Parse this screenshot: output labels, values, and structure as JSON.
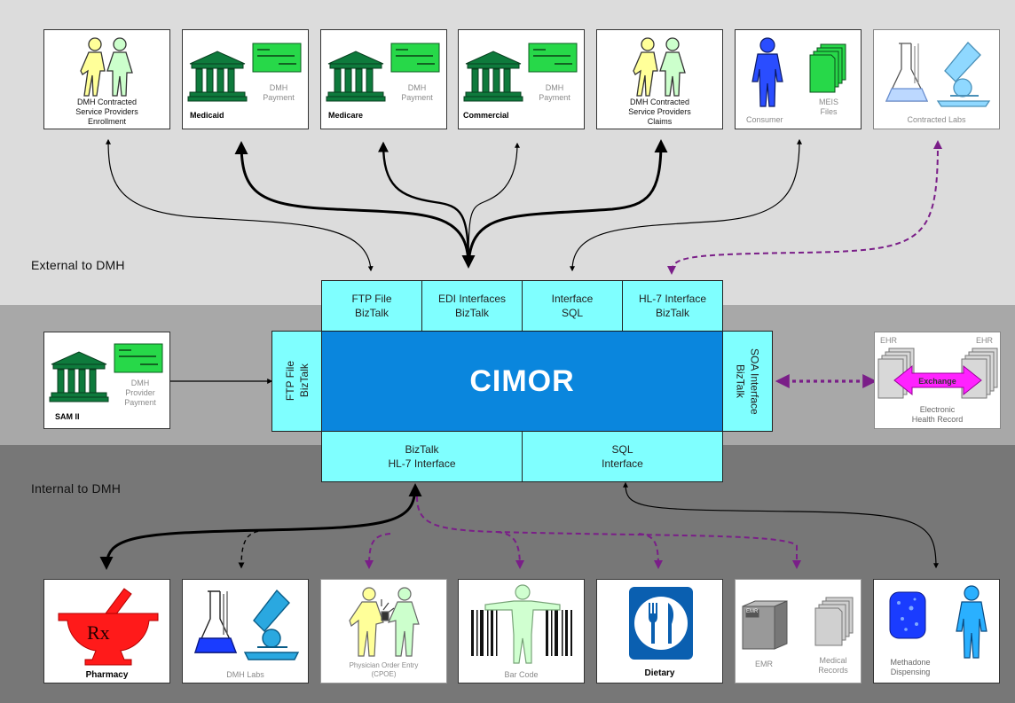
{
  "zones": {
    "external": "External to DMH",
    "internal": "Internal to DMH"
  },
  "core": {
    "title": "CIMOR"
  },
  "interfaces": {
    "top": [
      {
        "label": "FTP File\nBizTalk"
      },
      {
        "label": "EDI Interfaces\nBizTalk"
      },
      {
        "label": "Interface\nSQL"
      },
      {
        "label": "HL-7 Interface\nBizTalk"
      }
    ],
    "left": {
      "label": "FTP File\nBizTalk"
    },
    "right": {
      "label": "SOA Interface\nBizTalk"
    },
    "bottom": [
      {
        "label": "BizTalk\nHL-7 Interface"
      },
      {
        "label": "SQL\nInterface"
      }
    ]
  },
  "external_boxes": [
    {
      "label": "DMH Contracted\nService Providers\nEnrollment"
    },
    {
      "label_left": "Medicaid",
      "label_right": "DMH\nPayment"
    },
    {
      "label_left": "Medicare",
      "label_right": "DMH\nPayment"
    },
    {
      "label_left": "Commercial",
      "label_right": "DMH\nPayment"
    },
    {
      "label": "DMH Contracted\nService Providers\nClaims"
    },
    {
      "label_left": "Consumer",
      "label_right": "MEIS\nFiles"
    },
    {
      "label": "Contracted Labs"
    }
  ],
  "side_boxes": {
    "left": {
      "label_left": "SAM II",
      "label_right": "DMH\nProvider\nPayment"
    },
    "right": {
      "ehr_left": "EHR",
      "ehr_right": "EHR",
      "exchange": "Exchange",
      "label": "Electronic\nHealth Record"
    }
  },
  "internal_boxes": [
    {
      "label": "Pharmacy",
      "rx": "Rx"
    },
    {
      "label": "DMH Labs"
    },
    {
      "label": "Physician Order Entry\n(CPOE)"
    },
    {
      "label": "Bar Code"
    },
    {
      "label": "Dietary"
    },
    {
      "label_left": "EMR",
      "label_right": "Medical\nRecords",
      "emr_tag": "EMR"
    },
    {
      "label": "Methadone\nDispensing"
    }
  ],
  "colors": {
    "external_band": "#dcdcdc",
    "middle_band": "#a8a8a8",
    "internal_band": "#777777",
    "core": "#0a86dd",
    "interface": "#7fffff",
    "building": "#0e7a3c",
    "card": "#27d849",
    "purple": "#7a1e88",
    "pharmacy_red": "#ff1a1a",
    "exchange_magenta": "#ff22ff"
  }
}
